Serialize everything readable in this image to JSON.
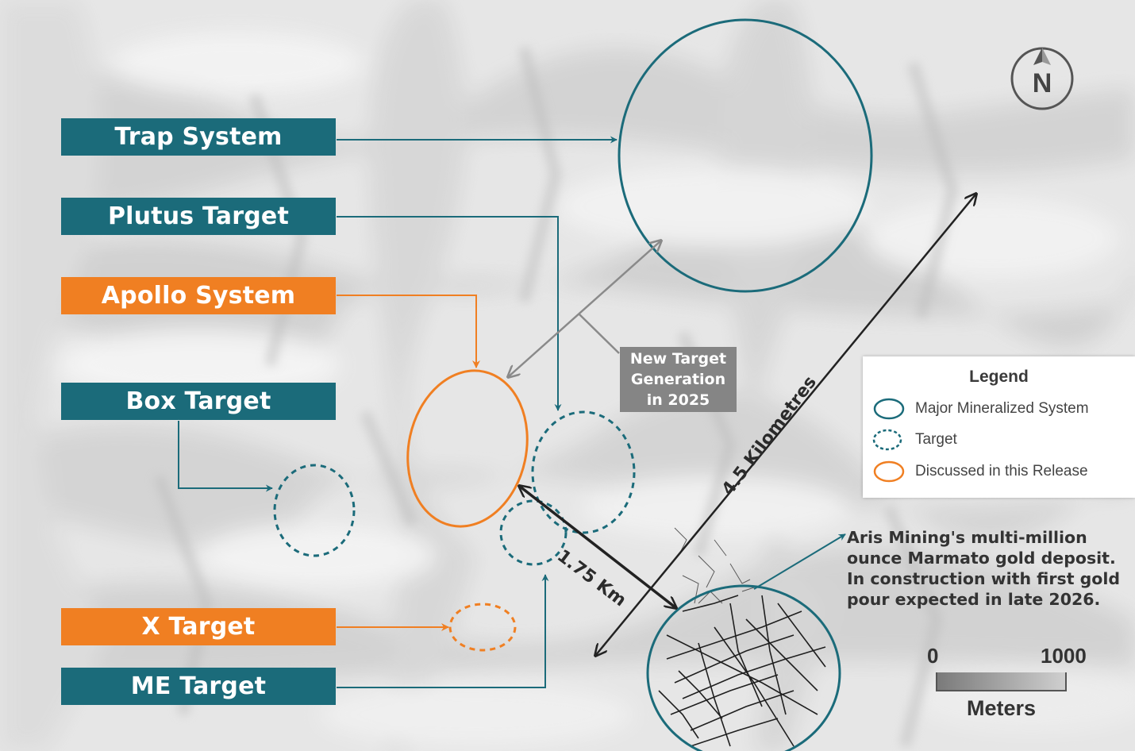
{
  "labels": {
    "trap_system": "Trap System",
    "plutus_target": "Plutus Target",
    "apollo_system": "Apollo System",
    "box_target": "Box Target",
    "x_target": "X Target",
    "me_target": "ME Target"
  },
  "new_target": {
    "line1": "New Target",
    "line2": "Generation",
    "line3": "in 2025"
  },
  "distances": {
    "long": "4.5 Kilometres",
    "short": "1.75 Km"
  },
  "legend": {
    "title": "Legend",
    "items": [
      {
        "label": "Major Mineralized System",
        "style": "solid",
        "color": "#1b6b7a"
      },
      {
        "label": "Target",
        "style": "dashed",
        "color": "#1b6b7a"
      },
      {
        "label": "Discussed in this Release",
        "style": "solid",
        "color": "#f07f22"
      }
    ]
  },
  "deposit_note": {
    "line1": "Aris Mining's multi-million",
    "line2": "ounce Marmato gold deposit.",
    "line3": "In construction with first gold",
    "line4": "pour expected in late 2026."
  },
  "scale": {
    "zero": "0",
    "max": "1000",
    "unit": "Meters"
  },
  "north": "N",
  "colors": {
    "teal": "#1b6b7a",
    "orange": "#f07f22",
    "grey_box": "#858585",
    "background": "#e7e7e7"
  }
}
